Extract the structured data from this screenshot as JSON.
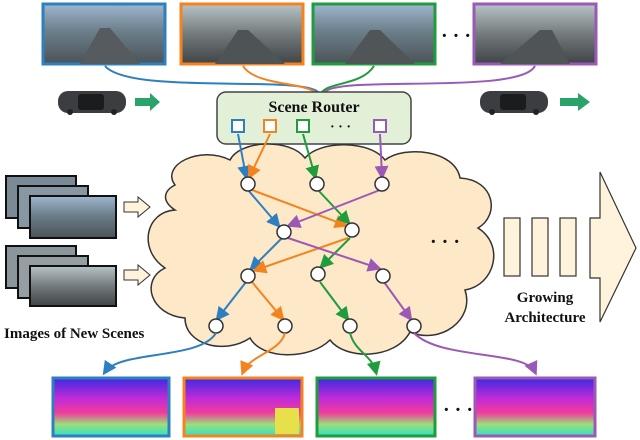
{
  "router": {
    "title": "Scene Router",
    "dots": "· · ·"
  },
  "labels": {
    "new_scenes": "Images of New Scenes",
    "growing_line1": "Growing",
    "growing_line2": "Architecture",
    "top_ellipsis": "· · ·",
    "bottom_ellipsis": "· · ·",
    "cloud_ellipsis": "· · ·"
  },
  "colors": {
    "blue": "#2e7fc0",
    "orange": "#f4831f",
    "green": "#1f9c3c",
    "purple": "#9b59b6",
    "cloud_fill": "#fde8c8",
    "router_fill": "#e3f0d8",
    "arrow_fill": "#fff3dc",
    "car_arrow": "#2aa36b"
  },
  "icons": [
    "car-icon",
    "right-arrow-icon",
    "cloud-network",
    "image-stack-icon",
    "big-right-arrow-icon"
  ]
}
